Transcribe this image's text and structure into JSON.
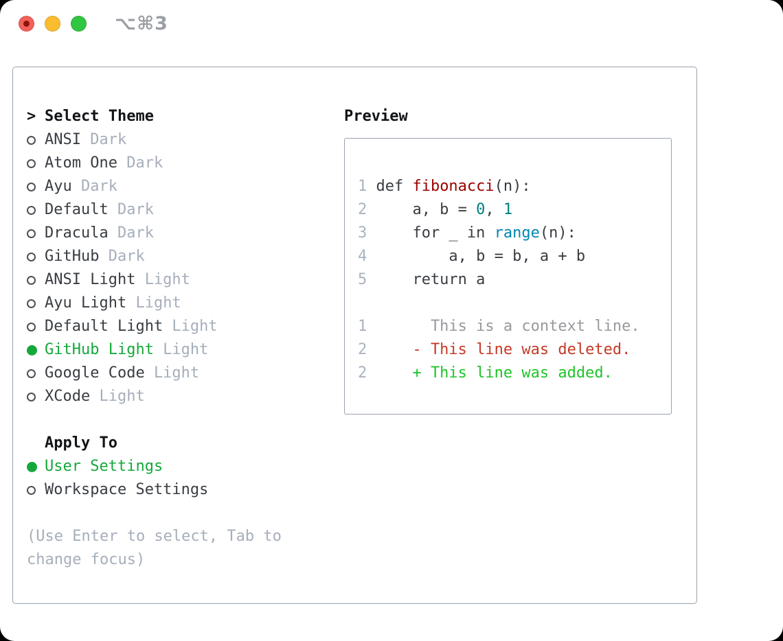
{
  "titlebar": {
    "shortcut_label": "⌥⌘3"
  },
  "theme_picker": {
    "prompt": ">",
    "title": "Select Theme",
    "items": [
      {
        "name": "ANSI",
        "variant": "Dark",
        "selected": false
      },
      {
        "name": "Atom One",
        "variant": "Dark",
        "selected": false
      },
      {
        "name": "Ayu",
        "variant": "Dark",
        "selected": false
      },
      {
        "name": "Default",
        "variant": "Dark",
        "selected": false
      },
      {
        "name": "Dracula",
        "variant": "Dark",
        "selected": false
      },
      {
        "name": "GitHub",
        "variant": "Dark",
        "selected": false
      },
      {
        "name": "ANSI Light",
        "variant": "Light",
        "selected": false
      },
      {
        "name": "Ayu Light",
        "variant": "Light",
        "selected": false
      },
      {
        "name": "Default Light",
        "variant": "Light",
        "selected": false
      },
      {
        "name": "GitHub Light",
        "variant": "Light",
        "selected": true
      },
      {
        "name": "Google Code",
        "variant": "Light",
        "selected": false
      },
      {
        "name": "XCode",
        "variant": "Light",
        "selected": false
      }
    ]
  },
  "apply_to": {
    "title": "Apply To",
    "options": [
      {
        "label": "User Settings",
        "selected": true
      },
      {
        "label": "Workspace Settings",
        "selected": false
      }
    ]
  },
  "hint_lines": [
    "(Use Enter to select, Tab to",
    "change focus)"
  ],
  "preview": {
    "title": "Preview",
    "lines": [
      {
        "num": "1",
        "tokens": [
          {
            "t": "def ",
            "c": "code"
          },
          {
            "t": "fibonacci",
            "c": "fn"
          },
          {
            "t": "(n):",
            "c": "code"
          }
        ]
      },
      {
        "num": "2",
        "tokens": [
          {
            "t": "    a, b = ",
            "c": "code"
          },
          {
            "t": "0",
            "c": "num"
          },
          {
            "t": ", ",
            "c": "code"
          },
          {
            "t": "1",
            "c": "num"
          }
        ]
      },
      {
        "num": "3",
        "tokens": [
          {
            "t": "    for _ in ",
            "c": "code"
          },
          {
            "t": "range",
            "c": "builtin"
          },
          {
            "t": "(n):",
            "c": "code"
          }
        ]
      },
      {
        "num": "4",
        "tokens": [
          {
            "t": "        a, b = b, a + b",
            "c": "code"
          }
        ]
      },
      {
        "num": "5",
        "tokens": [
          {
            "t": "    return a",
            "c": "code"
          }
        ]
      },
      {
        "num": "",
        "tokens": []
      },
      {
        "num": "1",
        "tokens": [
          {
            "t": "      This is a context line.",
            "c": "context"
          }
        ]
      },
      {
        "num": "2",
        "tokens": [
          {
            "t": "    - This line was deleted.",
            "c": "deleted"
          }
        ]
      },
      {
        "num": "2",
        "tokens": [
          {
            "t": "    + This line was added.",
            "c": "added"
          }
        ]
      }
    ]
  },
  "colors": {
    "accent_green": "#14a83a",
    "added_green": "#1dc428",
    "deleted_red": "#c43a27",
    "context_gray": "#97999d",
    "muted_gray": "#a6aebb",
    "text_dark": "#393d42",
    "heading_black": "#121417",
    "function_red": "#990000",
    "number_teal": "#008080",
    "builtin_blue": "#0086b3",
    "line_number_gray": "#a9b2bf",
    "border_gray": "#99a2ae",
    "radio_ring_gray": "#4c5055",
    "traffic_red": "#f4615b",
    "traffic_red_dot": "#8c1408",
    "traffic_yellow": "#fbbd30",
    "traffic_green": "#2fc642",
    "shortcut_gray": "#9b9ea3",
    "window_bg": "#ffffff",
    "backdrop": "#000000"
  }
}
